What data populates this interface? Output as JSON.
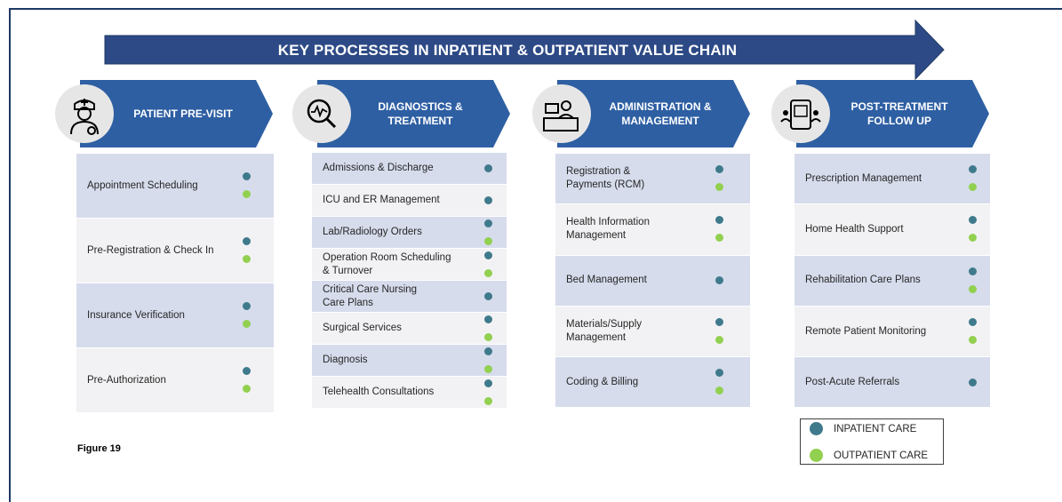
{
  "title": "KEY PROCESSES IN INPATIENT & OUTPATIENT VALUE CHAIN",
  "colors": {
    "arrow": "#2d4a86",
    "header": "#2e5fa3",
    "inpatient": "#3f7a8c",
    "outpatient": "#92d050",
    "row_dark": "#d6dcec",
    "row_light": "#f2f2f4"
  },
  "columns": [
    {
      "title": "PATIENT PRE-VISIT",
      "icon": "doctor-icon",
      "items": [
        {
          "label": "Appointment Scheduling",
          "inpatient": true,
          "outpatient": true
        },
        {
          "label": "Pre-Registration & Check In",
          "inpatient": true,
          "outpatient": true
        },
        {
          "label": "Insurance Verification",
          "inpatient": true,
          "outpatient": true
        },
        {
          "label": "Pre-Authorization",
          "inpatient": true,
          "outpatient": true
        }
      ]
    },
    {
      "title": "DIAGNOSTICS &\nTREATMENT",
      "icon": "magnifier-pulse-icon",
      "items": [
        {
          "label": "Admissions & Discharge",
          "inpatient": true,
          "outpatient": false
        },
        {
          "label": "ICU and ER Management",
          "inpatient": true,
          "outpatient": false
        },
        {
          "label": "Lab/Radiology Orders",
          "inpatient": true,
          "outpatient": true
        },
        {
          "label": "Operation Room Scheduling\n& Turnover",
          "inpatient": true,
          "outpatient": true
        },
        {
          "label": "Critical Care Nursing\nCare Plans",
          "inpatient": true,
          "outpatient": false
        },
        {
          "label": "Surgical Services",
          "inpatient": true,
          "outpatient": true
        },
        {
          "label": "Diagnosis",
          "inpatient": true,
          "outpatient": true
        },
        {
          "label": "Telehealth Consultations",
          "inpatient": true,
          "outpatient": true
        }
      ]
    },
    {
      "title": "ADMINISTRATION &\nMANAGEMENT",
      "icon": "admin-desk-icon",
      "items": [
        {
          "label": "Registration &\nPayments (RCM)",
          "inpatient": true,
          "outpatient": true
        },
        {
          "label": "Health Information\nManagement",
          "inpatient": true,
          "outpatient": true
        },
        {
          "label": "Bed Management",
          "inpatient": true,
          "outpatient": false
        },
        {
          "label": "Materials/Supply\nManagement",
          "inpatient": true,
          "outpatient": true
        },
        {
          "label": "Coding & Billing",
          "inpatient": true,
          "outpatient": true
        }
      ]
    },
    {
      "title": "POST-TREATMENT\nFOLLOW UP",
      "icon": "telehealth-device-icon",
      "items": [
        {
          "label": "Prescription Management",
          "inpatient": true,
          "outpatient": true
        },
        {
          "label": "Home Health Support",
          "inpatient": true,
          "outpatient": true
        },
        {
          "label": "Rehabilitation Care Plans",
          "inpatient": true,
          "outpatient": true
        },
        {
          "label": "Remote Patient Monitoring",
          "inpatient": true,
          "outpatient": true
        },
        {
          "label": "Post-Acute Referrals",
          "inpatient": true,
          "outpatient": false
        }
      ]
    }
  ],
  "legend": {
    "inpatient": "INPATIENT CARE",
    "outpatient": "OUTPATIENT CARE"
  },
  "figure_label": "Figure 19"
}
